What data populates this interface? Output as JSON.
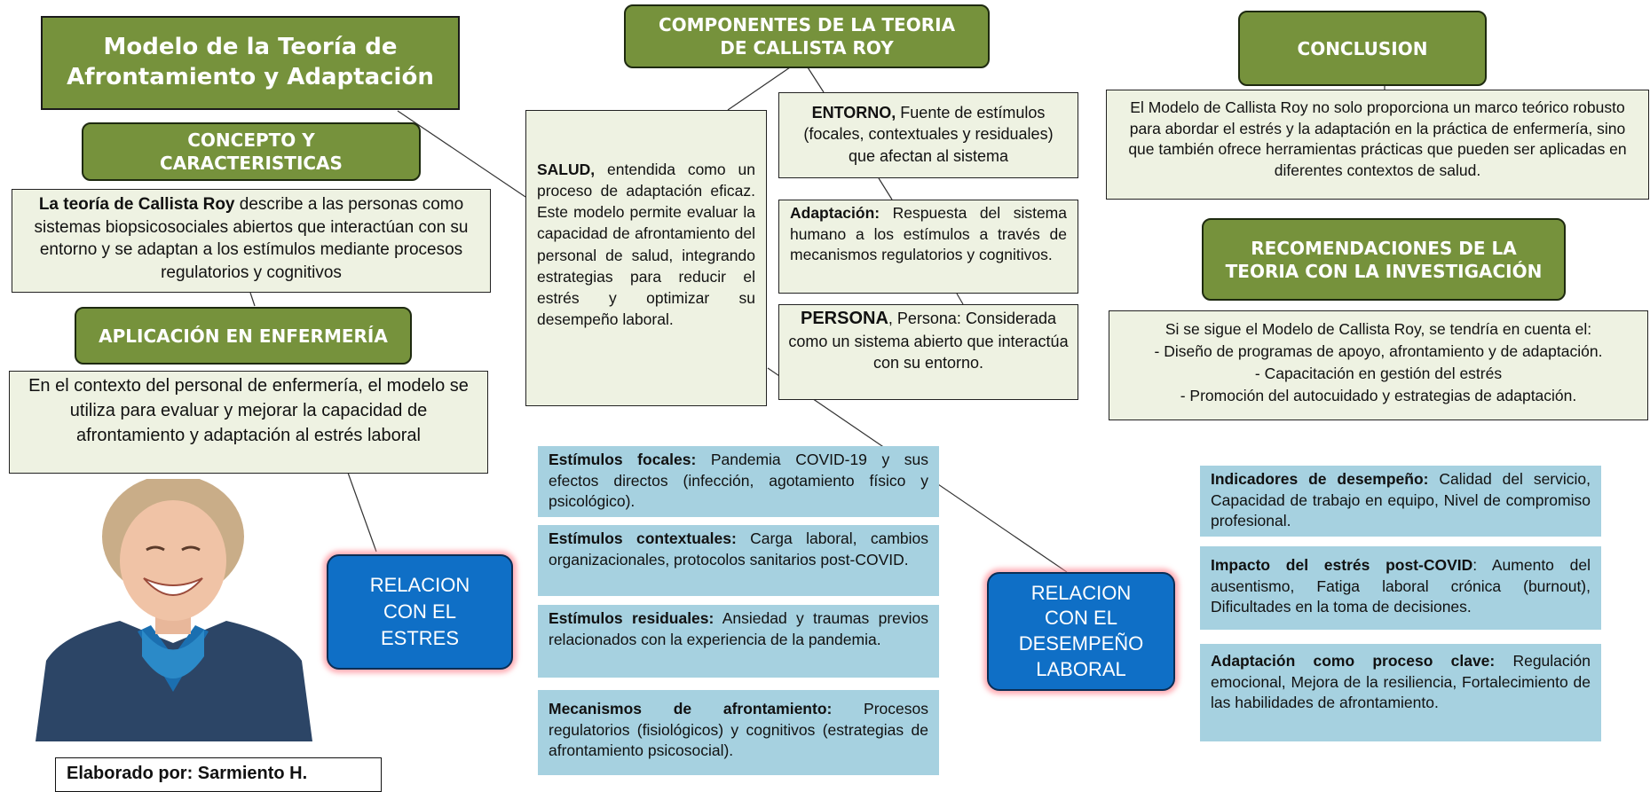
{
  "title": {
    "line1": "Modelo de la Teoría de",
    "line2": "Afrontamiento y Adaptación"
  },
  "concept": {
    "header_line1": "CONCEPTO Y",
    "header_line2": "CARACTERISTICAS",
    "bold": "La teoría de Callista Roy",
    "text": " describe a las personas como sistemas biopsicosociales abiertos que interactúan con su entorno y se adaptan a los estímulos mediante procesos regulatorios y cognitivos"
  },
  "application": {
    "header": "APLICACIÓN EN ENFERMERÍA",
    "text": "En el contexto del personal de enfermería, el modelo se utiliza para evaluar y mejorar la capacidad de afrontamiento y adaptación al estrés laboral"
  },
  "components": {
    "header_line1": "COMPONENTES DE LA TEORIA",
    "header_line2": "DE CALLISTA ROY",
    "salud_bold": "SALUD,",
    "salud_text": " entendida como un proceso de adaptación eficaz. Este modelo permite evaluar la capacidad de afrontamiento del personal de salud, integrando estrategias para reducir el estrés y optimizar su desempeño laboral.",
    "entorno_bold": "ENTORNO,",
    "entorno_text": " Fuente de estímulos (focales, contextuales y residuales) que afectan al sistema",
    "adaptacion_bold": "Adaptación:",
    "adaptacion_text": " Respuesta del sistema humano a los estímulos a través de mecanismos regulatorios y cognitivos.",
    "persona_bold": "PERSONA",
    "persona_text": ", Persona: Considerada como un sistema abierto que interactúa con su entorno."
  },
  "stimuli": [
    {
      "bold": "Estímulos focales:",
      "text": " Pandemia COVID-19 y sus efectos directos (infección, agotamiento físico y psicológico)."
    },
    {
      "bold": "Estímulos contextuales:",
      "text": " Carga laboral, cambios organizacionales, protocolos sanitarios post-COVID."
    },
    {
      "bold": "Estímulos residuales:",
      "text": " Ansiedad y traumas previos relacionados con la experiencia de la pandemia."
    },
    {
      "bold": "Mecanismos de afrontamiento:",
      "text": " Procesos regulatorios (fisiológicos) y cognitivos (estrategias de afrontamiento psicosocial)."
    }
  ],
  "stress_relation": {
    "line1": "RELACION",
    "line2": "CON EL",
    "line3": "ESTRES"
  },
  "performance_relation": {
    "line1": "RELACION",
    "line2": "CON EL",
    "line3": "DESEMPEÑO",
    "line4": "LABORAL"
  },
  "performance_cards": [
    {
      "bold": "Indicadores de desempeño:",
      "text": " Calidad del servicio, Capacidad de trabajo en equipo, Nivel de compromiso profesional."
    },
    {
      "bold": "Impacto del estrés post-COVID",
      "text": ": Aumento del ausentismo, Fatiga laboral crónica (burnout), Dificultades en la toma de decisiones."
    },
    {
      "bold": "Adaptación como proceso clave:",
      "text": " Regulación emocional, Mejora de la resiliencia, Fortalecimiento de las habilidades de afrontamiento."
    }
  ],
  "conclusion": {
    "header": "CONCLUSION",
    "text": "El Modelo de Callista Roy no solo proporciona un marco teórico robusto para abordar el estrés y la adaptación en la práctica de enfermería, sino que también ofrece herramientas prácticas que pueden ser aplicadas en diferentes contextos de salud."
  },
  "recommendations": {
    "header_line1": "RECOMENDACIONES DE LA",
    "header_line2": "TEORIA CON LA INVESTIGACIÓN",
    "intro": "Si se sigue el Modelo de Callista Roy, se tendría en cuenta el:",
    "items": [
      "- Diseño de programas de apoyo, afrontamiento y de adaptación.",
      "- Capacitación en gestión del estrés",
      "- Promoción del autocuidado y estrategias de adaptación."
    ]
  },
  "credit": "Elaborado por: Sarmiento H.",
  "colors": {
    "green": "#76923c",
    "pale": "#eef2e2",
    "light_blue": "#a6d1e0",
    "blue": "#0f6fc6"
  }
}
